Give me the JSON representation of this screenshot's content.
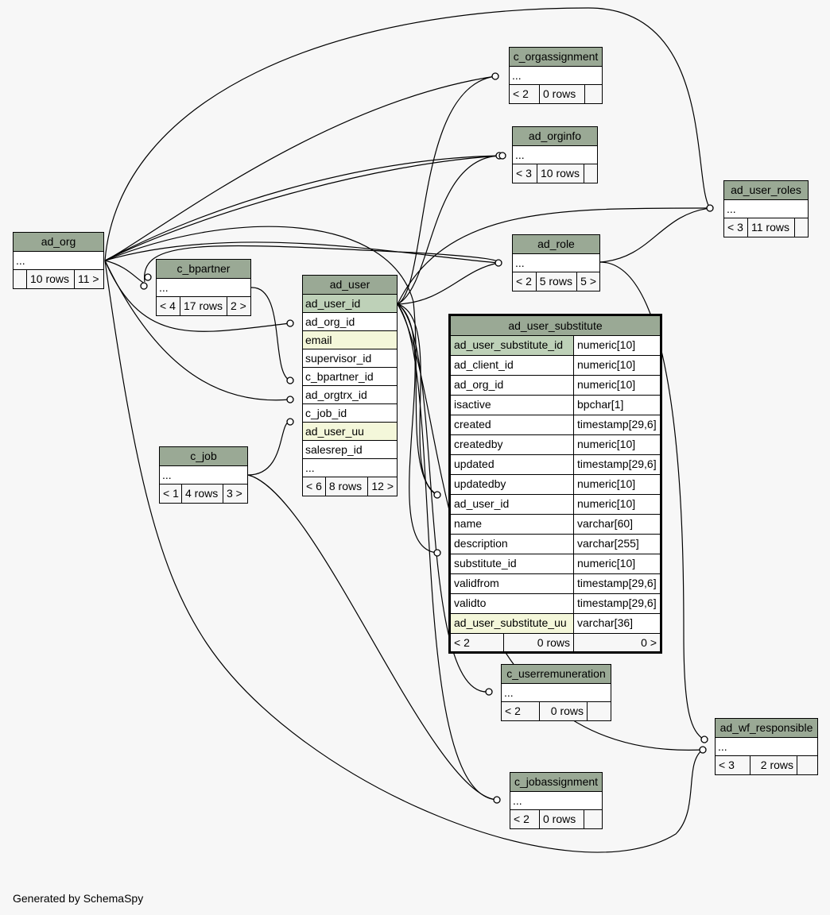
{
  "credit": "Generated by SchemaSpy",
  "tables": {
    "ad_org": {
      "name": "ad_org",
      "row": "...",
      "footer": [
        "",
        "10 rows",
        "11 >"
      ]
    },
    "c_bpartner": {
      "name": "c_bpartner",
      "row": "...",
      "footer": [
        "< 4",
        "17 rows",
        "2 >"
      ]
    },
    "c_orgassignment": {
      "name": "c_orgassignment",
      "row": "...",
      "footer": [
        "< 2",
        "0 rows",
        ""
      ]
    },
    "ad_orginfo": {
      "name": "ad_orginfo",
      "row": "...",
      "footer": [
        "< 3",
        "10 rows",
        ""
      ]
    },
    "ad_role": {
      "name": "ad_role",
      "row": "...",
      "footer": [
        "< 2",
        "5 rows",
        "5 >"
      ]
    },
    "ad_user_roles": {
      "name": "ad_user_roles",
      "row": "...",
      "footer": [
        "< 3",
        "11 rows",
        ""
      ]
    },
    "c_job": {
      "name": "c_job",
      "row": "...",
      "footer": [
        "< 1",
        "4 rows",
        "3 >"
      ]
    },
    "c_userremuneration": {
      "name": "c_userremuneration",
      "row": "...",
      "footer": [
        "< 2",
        "0 rows",
        ""
      ]
    },
    "c_jobassignment": {
      "name": "c_jobassignment",
      "row": "...",
      "footer": [
        "< 2",
        "0 rows",
        ""
      ]
    },
    "ad_wf_responsible": {
      "name": "ad_wf_responsible",
      "row": "...",
      "footer": [
        "< 3",
        "2 rows",
        ""
      ]
    },
    "ad_user": {
      "name": "ad_user",
      "columns": [
        "ad_user_id",
        "ad_org_id",
        "email",
        "supervisor_id",
        "c_bpartner_id",
        "ad_orgtrx_id",
        "c_job_id",
        "ad_user_uu",
        "salesrep_id",
        "..."
      ],
      "footer": [
        "< 6",
        "8 rows",
        "12 >"
      ]
    },
    "ad_user_substitute": {
      "name": "ad_user_substitute",
      "columns": [
        {
          "name": "ad_user_substitute_id",
          "type": "numeric[10]"
        },
        {
          "name": "ad_client_id",
          "type": "numeric[10]"
        },
        {
          "name": "ad_org_id",
          "type": "numeric[10]"
        },
        {
          "name": "isactive",
          "type": "bpchar[1]"
        },
        {
          "name": "created",
          "type": "timestamp[29,6]"
        },
        {
          "name": "createdby",
          "type": "numeric[10]"
        },
        {
          "name": "updated",
          "type": "timestamp[29,6]"
        },
        {
          "name": "updatedby",
          "type": "numeric[10]"
        },
        {
          "name": "ad_user_id",
          "type": "numeric[10]"
        },
        {
          "name": "name",
          "type": "varchar[60]"
        },
        {
          "name": "description",
          "type": "varchar[255]"
        },
        {
          "name": "substitute_id",
          "type": "numeric[10]"
        },
        {
          "name": "validfrom",
          "type": "timestamp[29,6]"
        },
        {
          "name": "validto",
          "type": "timestamp[29,6]"
        },
        {
          "name": "ad_user_substitute_uu",
          "type": "varchar[36]"
        }
      ],
      "footer": [
        "< 2",
        "0 rows",
        "0 >"
      ]
    }
  }
}
